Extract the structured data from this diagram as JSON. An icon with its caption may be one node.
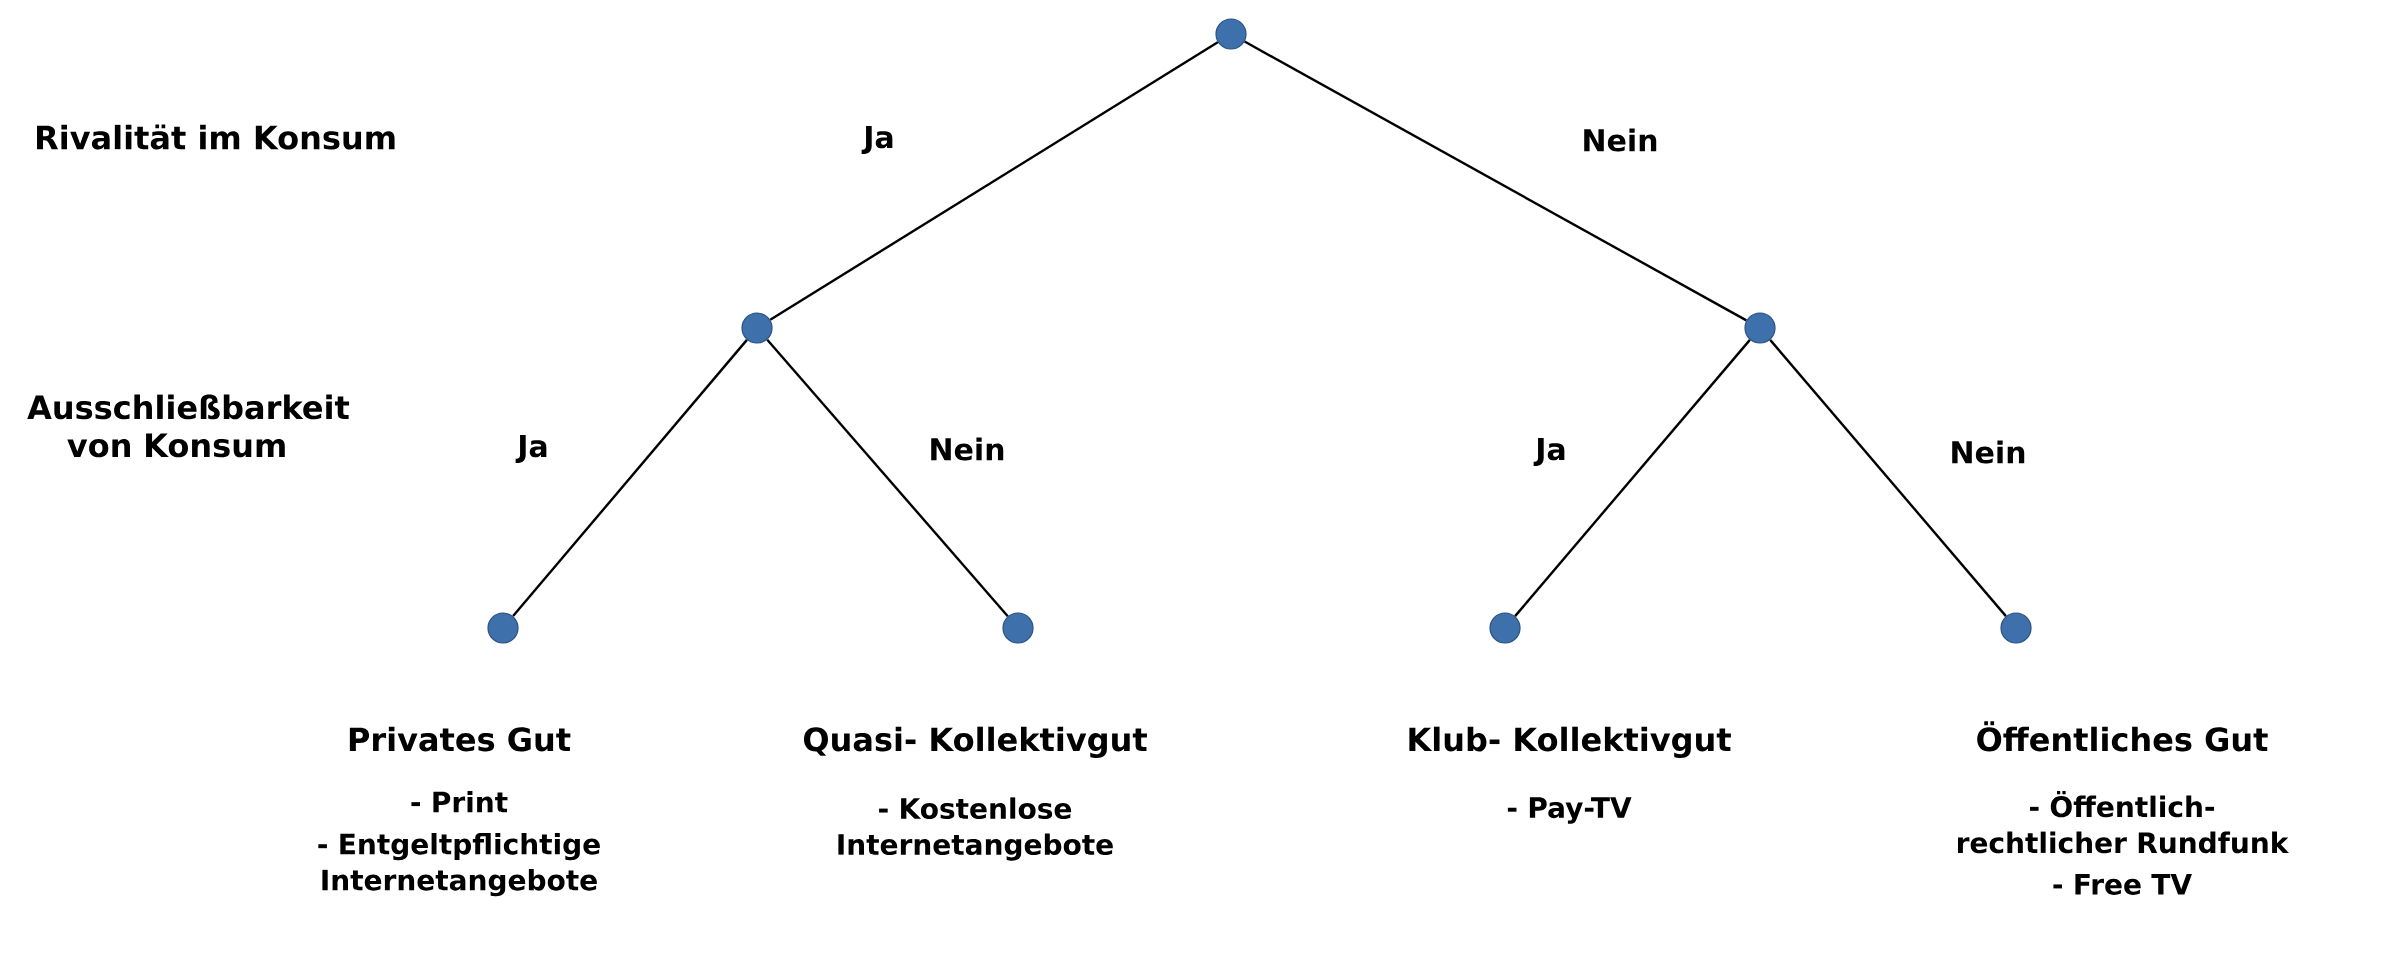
{
  "diagram": {
    "nodes": [
      {
        "text": [],
        "shape": "circle"
      },
      {
        "text": [],
        "shape": "circle"
      },
      {
        "text": [],
        "shape": "circle"
      },
      {
        "text": [],
        "shape": "circle",
        "beside": [
          "Privates Gut",
          "- Print",
          "- Entgeltpflichtige Internetangebote"
        ]
      },
      {
        "text": [],
        "shape": "circle",
        "beside": [
          "Quasi- Kollektivgut",
          "- Kostenlose Internetangebote"
        ]
      },
      {
        "text": [],
        "shape": "circle",
        "beside": [
          "Klub- Kollektivgut",
          "- Pay-TV"
        ]
      },
      {
        "text": [],
        "shape": "circle",
        "beside": [
          "Öffentliches Gut",
          "- Öffentlich-rechtlicher Rundfunk",
          "- Free TV"
        ]
      }
    ],
    "edges": [
      {
        "from": 0,
        "to": 1,
        "arrow": "none",
        "label": "Ja"
      },
      {
        "from": 0,
        "to": 2,
        "arrow": "none",
        "label": "Nein"
      },
      {
        "from": 1,
        "to": 3,
        "arrow": "none",
        "label": "Ja"
      },
      {
        "from": 1,
        "to": 4,
        "arrow": "none",
        "label": "Nein"
      },
      {
        "from": 2,
        "to": 5,
        "arrow": "none",
        "label": "Ja"
      },
      {
        "from": 2,
        "to": 6,
        "arrow": "none",
        "label": "Nein"
      }
    ],
    "labels": [
      "Rivalität im Konsum",
      "Ausschließbarkeit von Konsum"
    ]
  }
}
